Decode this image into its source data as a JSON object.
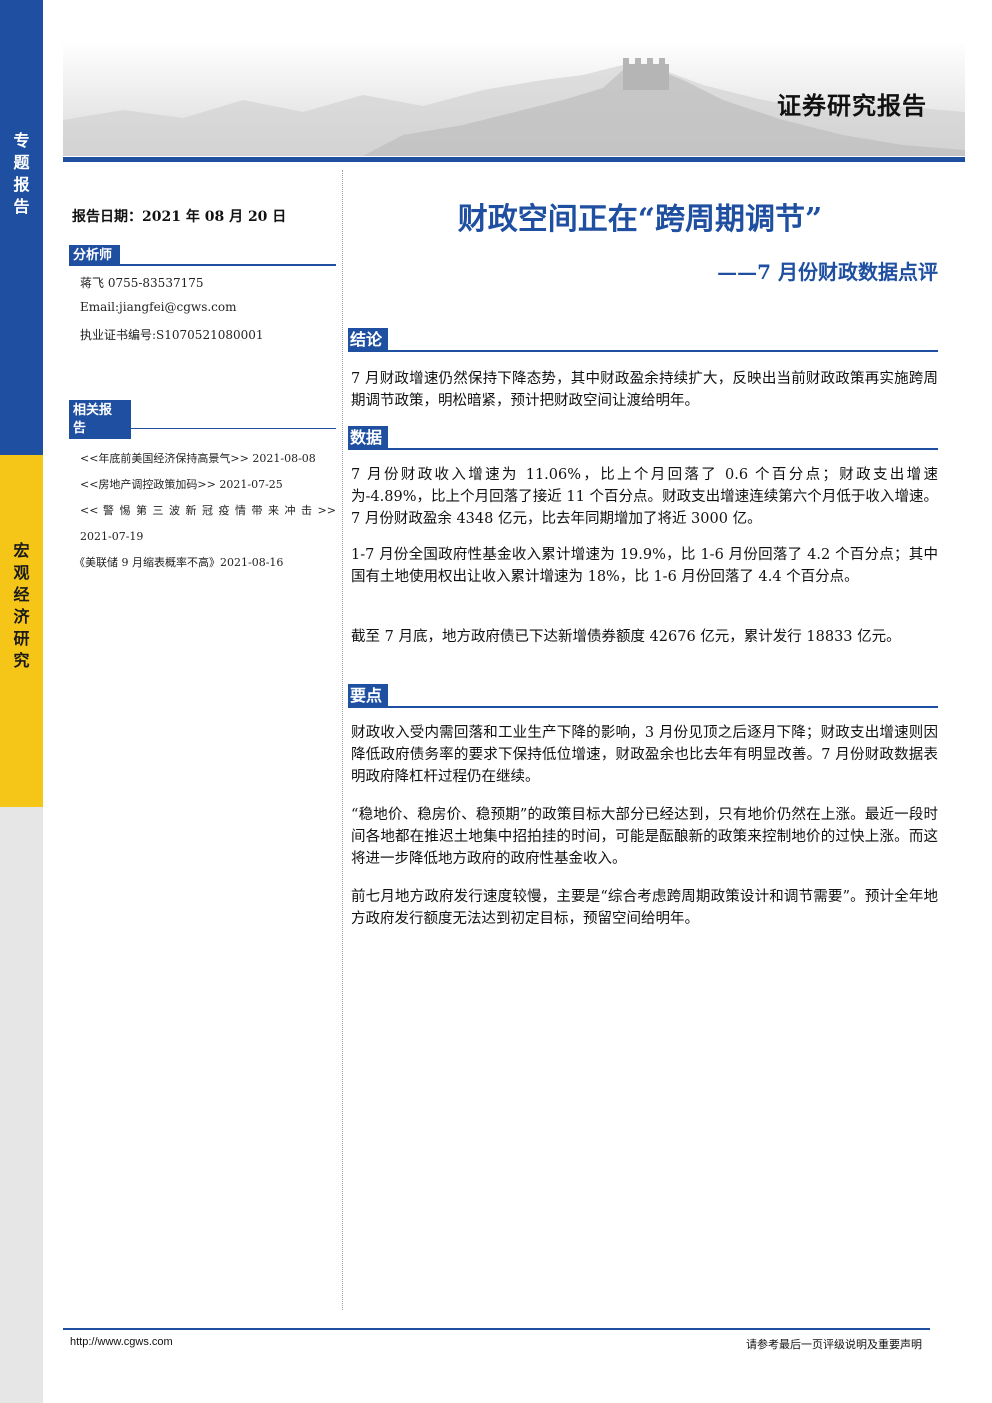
{
  "side": {
    "top_label": [
      "专",
      "题",
      "报",
      "告"
    ],
    "mid_label": [
      "宏",
      "观",
      "经",
      "济",
      "研",
      "究"
    ]
  },
  "header": {
    "title": "证券研究报告"
  },
  "left": {
    "report_date": "报告日期：2021 年 08 月 20 日",
    "analyst_section": "分析师",
    "analyst_lines": [
      "蒋飞 0755-83537175",
      "Email:jiangfei@cgws.com",
      "执业证书编号:S1070521080001"
    ],
    "related_section": "相关报告",
    "related_reports": [
      "<<年底前美国经济保持高景气>> 2021-08-08",
      "<<房地产调控政策加码>> 2021-07-25",
      "<< 警 惕 第 三 波 新 冠 疫 情 带 来 冲 击 >>",
      "2021-07-19",
      "《美联储 9 月缩表概率不高》2021-08-16"
    ]
  },
  "main": {
    "title": "财政空间正在“跨周期调节”",
    "subtitle": "——7 月份财政数据点评",
    "sections": [
      {
        "heading": "结论",
        "paragraphs": [
          "7 月财政增速仍然保持下降态势，其中财政盈余持续扩大，反映出当前财政政策再实施跨周期调节政策，明松暗紧，预计把财政空间让渡给明年。"
        ]
      },
      {
        "heading": "数据",
        "paragraphs": [
          "7 月份财政收入增速为 11.06%，比上个月回落了 0.6 个百分点；财政支出增速为-4.89%，比上个月回落了接近 11 个百分点。财政支出增速连续第六个月低于收入增速。7 月份财政盈余 4348 亿元，比去年同期增加了将近 3000 亿。",
          "1-7 月份全国政府性基金收入累计增速为 19.9%，比 1-6 月份回落了 4.2 个百分点；其中国有土地使用权出让收入累计增速为 18%，比 1-6 月份回落了 4.4 个百分点。",
          "截至 7 月底，地方政府债已下达新增债券额度 42676 亿元，累计发行 18833 亿元。"
        ]
      },
      {
        "heading": "要点",
        "paragraphs": [
          "财政收入受内需回落和工业生产下降的影响，3 月份见顶之后逐月下降；财政支出增速则因降低政府债务率的要求下保持低位增速，财政盈余也比去年有明显改善。7 月份财政数据表明政府降杠杆过程仍在继续。",
          "“稳地价、稳房价、稳预期”的政策目标大部分已经达到，只有地价仍然在上涨。最近一段时间各地都在推迟土地集中招拍挂的时间，可能是酝酿新的政策来控制地价的过快上涨。而这将进一步降低地方政府的政府性基金收入。",
          "前七月地方政府发行速度较慢，主要是“综合考虑跨周期政策设计和调节需要”。预计全年地方政府发行额度无法达到初定目标，预留空间给明年。"
        ]
      }
    ]
  },
  "footer": {
    "url": "http://www.cgws.com",
    "disclaimer": "请参考最后一页评级说明及重要声明"
  }
}
